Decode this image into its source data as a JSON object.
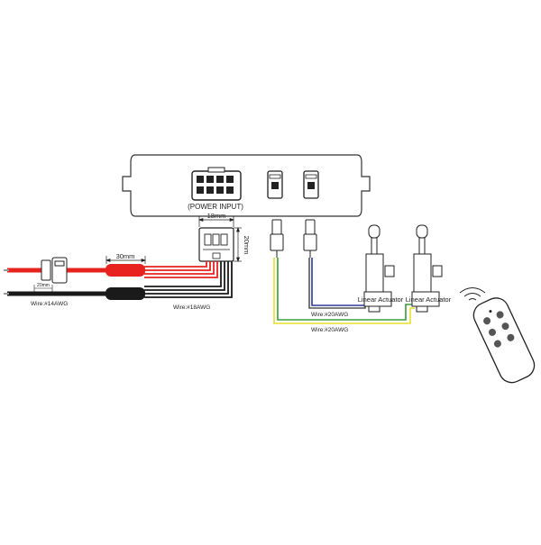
{
  "labels": {
    "power_input": "(POWER INPUT)",
    "dim_width": "18mm",
    "dim_height": "20mm",
    "dim_length": "30mm",
    "dim_fuse": "20mm",
    "wire_14awg": "Wire:#14AWG",
    "wire_18awg": "Wire:#18AWG",
    "wire_20awg_a": "Wire:#20AWG",
    "wire_20awg_b": "Wire:#20AWG",
    "actuator_1": "Linear Actuator",
    "actuator_2": "Linear Actuator"
  },
  "colors": {
    "red_wire": "#e8231f",
    "black_wire": "#1a1a1a",
    "yellow_wire": "#e7e02a",
    "green_wire": "#3a9b3a",
    "blue_wire": "#2b3a9a",
    "outline": "#333333"
  },
  "icons": {
    "remote": "remote-control-icon"
  }
}
